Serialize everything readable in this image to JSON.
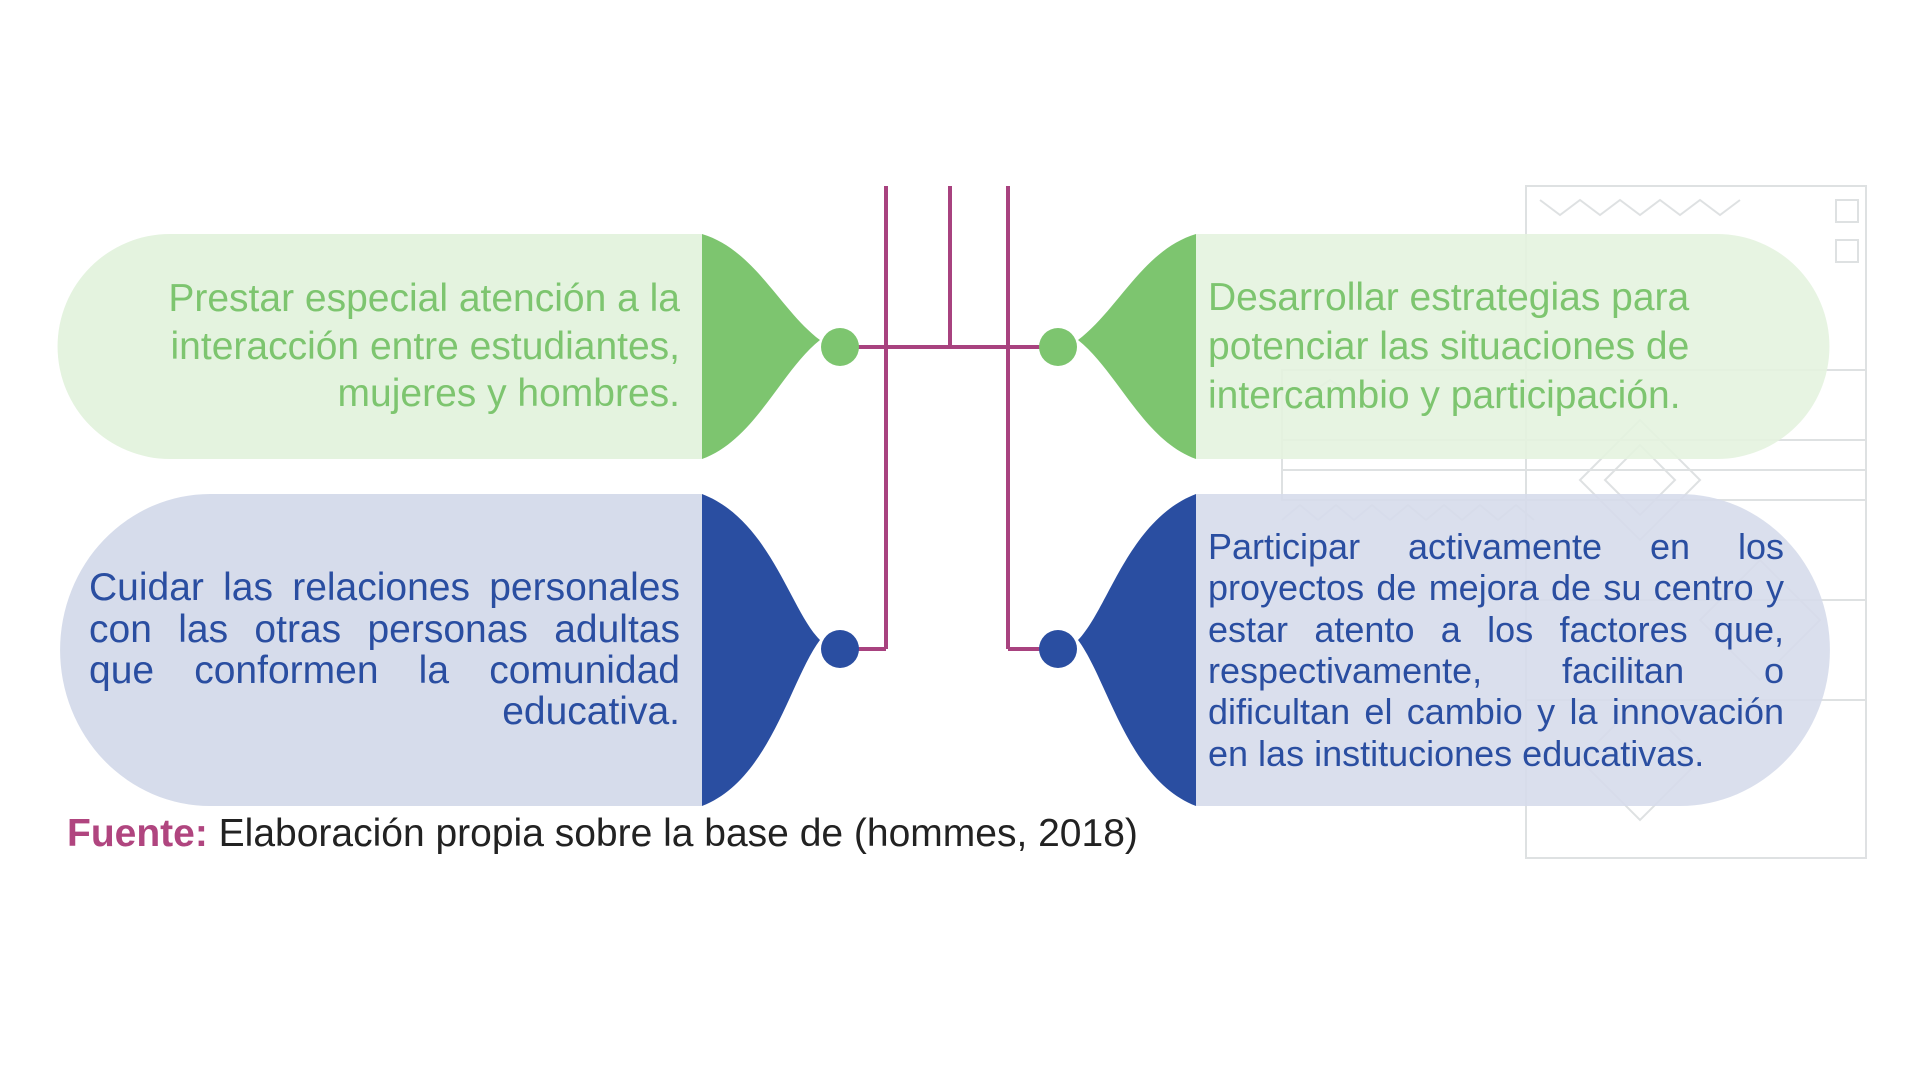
{
  "colors": {
    "green": "#7dc56f",
    "green_fill": "#e4f3df",
    "blue": "#2a4ea1",
    "blue_fill": "#d6dceb",
    "connector": "#a8427f",
    "source_label": "#b0457f",
    "pattern": "#cfd2d4"
  },
  "boxes": {
    "top_left": {
      "text": "Prestar especial atención a la interacción entre estudiantes, mujeres y hombres."
    },
    "top_right": {
      "text": "Desarrollar estrategias para potenciar las situaciones de intercambio y participación."
    },
    "bottom_left": {
      "text": "Cuidar las relaciones personales con las otras personas adultas que conformen la comunidad educativa."
    },
    "bottom_right": {
      "text": "Participar activamente en los proyectos de mejora de su centro y estar atento a los factores que, respectivamente, facilitan o dificultan el cambio y la innovación en las instituciones educativas."
    }
  },
  "source": {
    "label": "Fuente:",
    "text": " Elaboración propia sobre la base de (hommes, 2018)"
  },
  "icons": {
    "connector": "connector-lines",
    "watermark": "andean-pattern"
  }
}
